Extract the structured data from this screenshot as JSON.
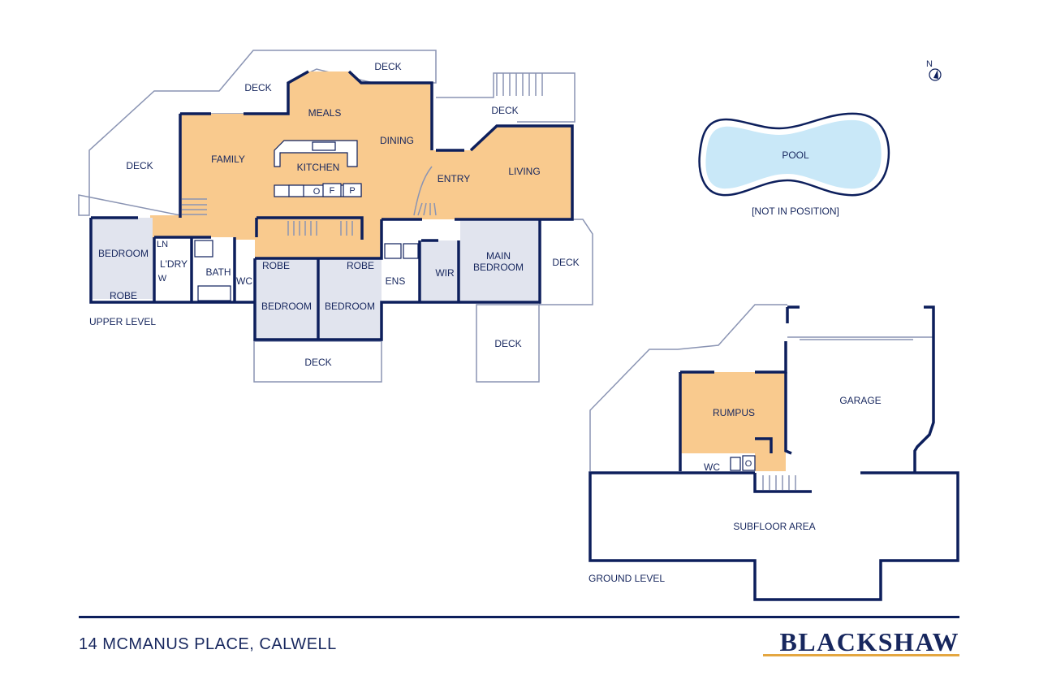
{
  "levels": {
    "upper": "UPPER LEVEL",
    "ground": "GROUND LEVEL"
  },
  "rooms": {
    "deck_west": "DECK",
    "deck_top_left": "DECK",
    "deck_top_right": "DECK",
    "deck_right": "DECK",
    "meals": "MEALS",
    "family": "FAMILY",
    "kitchen": "KITCHEN",
    "dining": "DINING",
    "entry": "ENTRY",
    "living": "LIVING",
    "bedroom_west": "BEDROOM",
    "robe_west": "ROBE",
    "ln": "LN",
    "ldry": "L'DRY",
    "w": "W",
    "bath": "BATH",
    "wc_upper": "WC",
    "robe_1": "ROBE",
    "robe_2": "ROBE",
    "bedroom_1": "BEDROOM",
    "bedroom_2": "BEDROOM",
    "ens": "ENS",
    "wir": "WIR",
    "main_bedroom_1": "MAIN",
    "main_bedroom_2": "BEDROOM",
    "deck_east": "DECK",
    "deck_south_1": "DECK",
    "deck_south_2": "DECK",
    "pool": "POOL",
    "pool_note": "[NOT IN POSITION]",
    "rumpus": "RUMPUS",
    "garage": "GARAGE",
    "wc_ground": "WC",
    "o_ground": "O",
    "subfloor": "SUBFLOOR AREA",
    "oven": "O",
    "fridge": "F",
    "pantry": "P"
  },
  "compass": "N",
  "footer": {
    "address": "14 MCMANUS PLACE, CALWELL",
    "brand": "BLACKSHAW"
  },
  "colors": {
    "living_zone": "#f9ca8e",
    "bedroom_zone": "#e1e4ee",
    "pool": "#c9e8f8",
    "walls": "#0d1f5c",
    "text": "#17275e",
    "brand_accent": "#e4a640"
  }
}
